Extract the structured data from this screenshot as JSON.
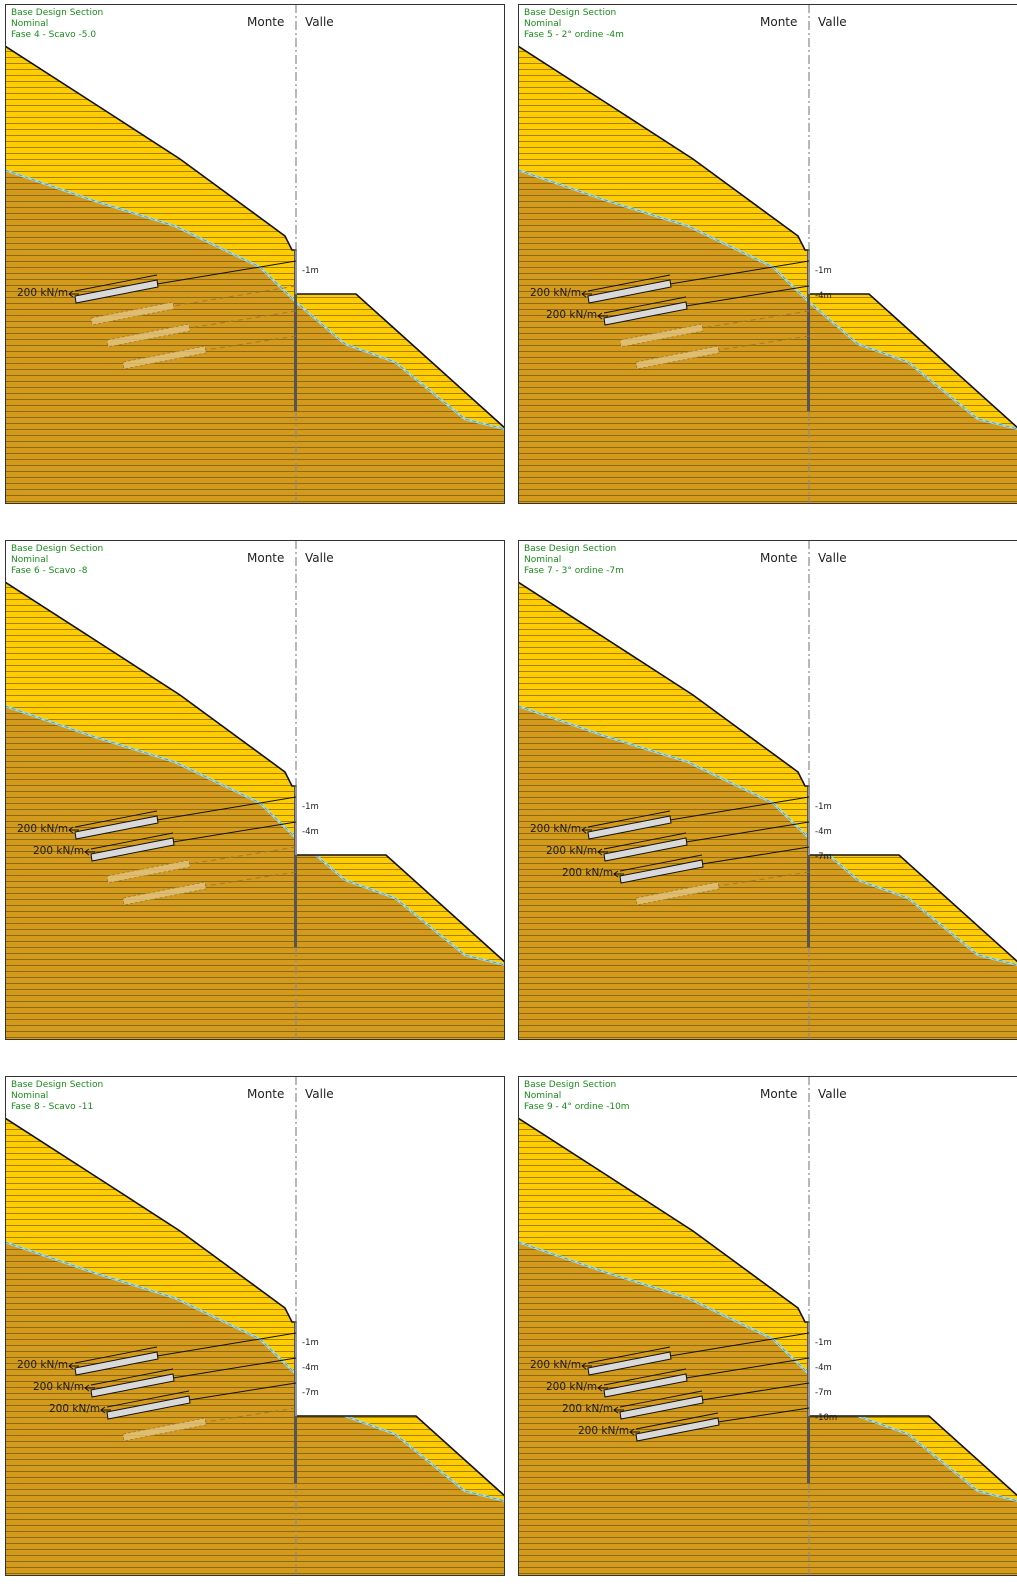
{
  "labels": {
    "section": "Base Design Section",
    "case": "Nominal",
    "monte": "Monte",
    "valle": "Valle"
  },
  "colors": {
    "upper_soil": "#ffcc00",
    "lower_soil": "#d49a1c",
    "hatch": "#4a3a0a",
    "water_table": "#a9d9d9",
    "anchor_fill": "#d9d9d9",
    "header_text": "#1a8c1a"
  },
  "panels": [
    {
      "phase": "Fase 4 - Scavo -5.0",
      "excavation_level": "-5",
      "levels": [
        "-1m"
      ],
      "anchors": [
        {
          "label": "200 kN/m",
          "active": true
        },
        {
          "label": "",
          "active": false
        },
        {
          "label": "",
          "active": false
        },
        {
          "label": "",
          "active": false
        }
      ]
    },
    {
      "phase": "Fase 5 - 2° ordine -4m",
      "excavation_level": "-5",
      "levels": [
        "-1m",
        "-4m"
      ],
      "anchors": [
        {
          "label": "200 kN/m",
          "active": true
        },
        {
          "label": "200 kN/m",
          "active": true
        },
        {
          "label": "",
          "active": false
        },
        {
          "label": "",
          "active": false
        }
      ]
    },
    {
      "phase": "Fase 6 - Scavo -8",
      "excavation_level": "-8",
      "levels": [
        "-1m",
        "-4m"
      ],
      "anchors": [
        {
          "label": "200 kN/m",
          "active": true
        },
        {
          "label": "200 kN/m",
          "active": true
        },
        {
          "label": "",
          "active": false
        },
        {
          "label": "",
          "active": false
        }
      ]
    },
    {
      "phase": "Fase 7 - 3° ordine -7m",
      "excavation_level": "-8",
      "levels": [
        "-1m",
        "-4m",
        "-7m"
      ],
      "anchors": [
        {
          "label": "200 kN/m",
          "active": true
        },
        {
          "label": "200 kN/m",
          "active": true
        },
        {
          "label": "200 kN/m",
          "active": true
        },
        {
          "label": "",
          "active": false
        }
      ]
    },
    {
      "phase": "Fase 8 - Scavo -11",
      "excavation_level": "-11",
      "levels": [
        "-1m",
        "-4m",
        "-7m"
      ],
      "anchors": [
        {
          "label": "200 kN/m",
          "active": true
        },
        {
          "label": "200 kN/m",
          "active": true
        },
        {
          "label": "200 kN/m",
          "active": true
        },
        {
          "label": "",
          "active": false
        }
      ]
    },
    {
      "phase": "Fase 9 - 4° ordine -10m",
      "excavation_level": "-11",
      "levels": [
        "-1m",
        "-4m",
        "-7m",
        "-10m"
      ],
      "anchors": [
        {
          "label": "200 kN/m",
          "active": true
        },
        {
          "label": "200 kN/m",
          "active": true
        },
        {
          "label": "200 kN/m",
          "active": true
        },
        {
          "label": "200 kN/m",
          "active": true
        }
      ]
    }
  ]
}
